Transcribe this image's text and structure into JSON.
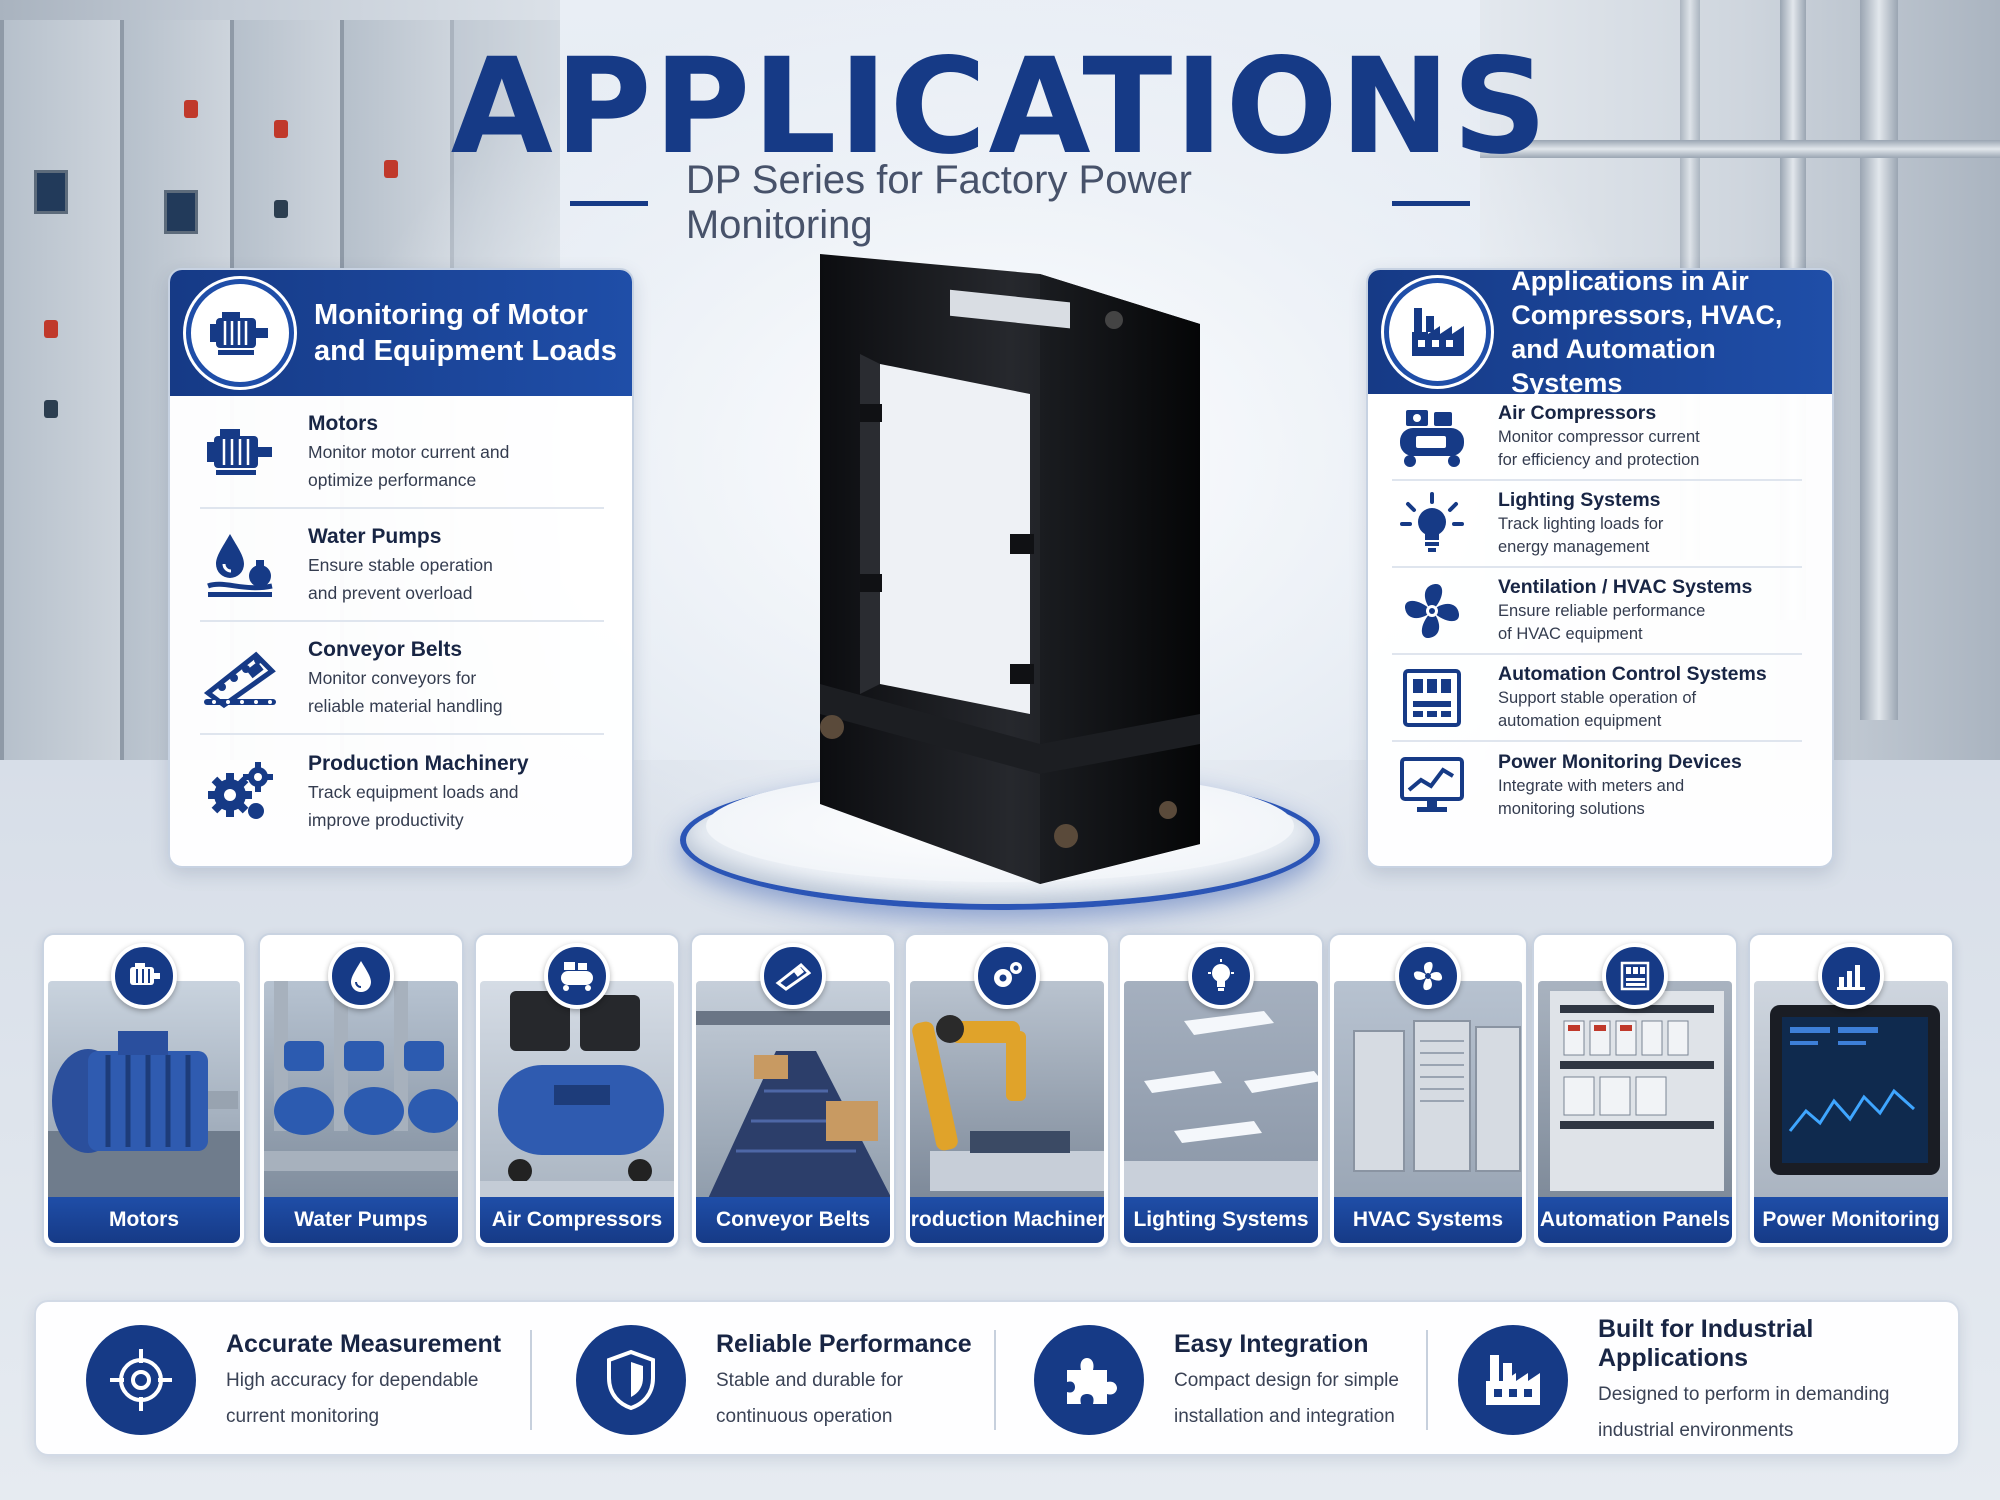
{
  "header": {
    "title": "APPLICATIONS",
    "subtitle": "DP Series for Factory Power Monitoring"
  },
  "colors": {
    "brand_blue": "#163a86",
    "accent_blue": "#1f4ea8"
  },
  "left_panel": {
    "title_line1": "Monitoring of Motor",
    "title_line2": "and Equipment Loads",
    "icon": "motor-icon",
    "items": [
      {
        "title": "Motors",
        "desc_line1": "Monitor motor current and",
        "desc_line2": "optimize performance",
        "icon": "motor-icon"
      },
      {
        "title": "Water Pumps",
        "desc_line1": "Ensure stable operation",
        "desc_line2": "and prevent overload",
        "icon": "water-pump-icon"
      },
      {
        "title": "Conveyor Belts",
        "desc_line1": "Monitor conveyors for",
        "desc_line2": "reliable material handling",
        "icon": "conveyor-icon"
      },
      {
        "title": "Production Machinery",
        "desc_line1": "Track equipment loads and",
        "desc_line2": "improve productivity",
        "icon": "gears-icon"
      }
    ]
  },
  "right_panel": {
    "title_line1": "Applications in Air",
    "title_line2": "Compressors, HVAC,",
    "title_line3": "and Automation Systems",
    "icon": "factory-icon",
    "items": [
      {
        "title": "Air Compressors",
        "desc_line1": "Monitor compressor current",
        "desc_line2": "for efficiency and protection",
        "icon": "compressor-icon"
      },
      {
        "title": "Lighting Systems",
        "desc_line1": "Track lighting loads for",
        "desc_line2": "energy management",
        "icon": "light-bulb-icon"
      },
      {
        "title": "Ventilation / HVAC Systems",
        "desc_line1": "Ensure reliable performance",
        "desc_line2": "of HVAC equipment",
        "icon": "fan-icon"
      },
      {
        "title": "Automation Control Systems",
        "desc_line1": "Support stable operation of",
        "desc_line2": "automation equipment",
        "icon": "control-panel-icon"
      },
      {
        "title": "Power Monitoring Devices",
        "desc_line1": "Integrate with meters and",
        "desc_line2": "monitoring solutions",
        "icon": "monitor-chart-icon"
      }
    ]
  },
  "cards": [
    {
      "label": "Motors",
      "icon": "motor-icon"
    },
    {
      "label": "Water Pumps",
      "icon": "water-drop-icon"
    },
    {
      "label": "Air Compressors",
      "icon": "compressor-icon"
    },
    {
      "label": "Conveyor Belts",
      "icon": "conveyor-icon"
    },
    {
      "label": "Production Machinery",
      "icon": "gears-icon"
    },
    {
      "label": "Lighting Systems",
      "icon": "light-bulb-icon"
    },
    {
      "label": "HVAC Systems",
      "icon": "fan-icon"
    },
    {
      "label": "Automation Panels",
      "icon": "control-panel-icon"
    },
    {
      "label": "Power Monitoring",
      "icon": "bar-chart-icon"
    }
  ],
  "features": [
    {
      "title": "Accurate Measurement",
      "desc_line1": "High accuracy for dependable",
      "desc_line2": "current monitoring",
      "icon": "crosshair-icon"
    },
    {
      "title": "Reliable Performance",
      "desc_line1": "Stable and durable for",
      "desc_line2": "continuous operation",
      "icon": "shield-icon"
    },
    {
      "title": "Easy Integration",
      "desc_line1": "Compact design for simple",
      "desc_line2": "installation and integration",
      "icon": "puzzle-icon"
    },
    {
      "title": "Built for Industrial Applications",
      "desc_line1": "Designed to perform in demanding",
      "desc_line2": "industrial environments",
      "icon": "factory-icon"
    }
  ]
}
